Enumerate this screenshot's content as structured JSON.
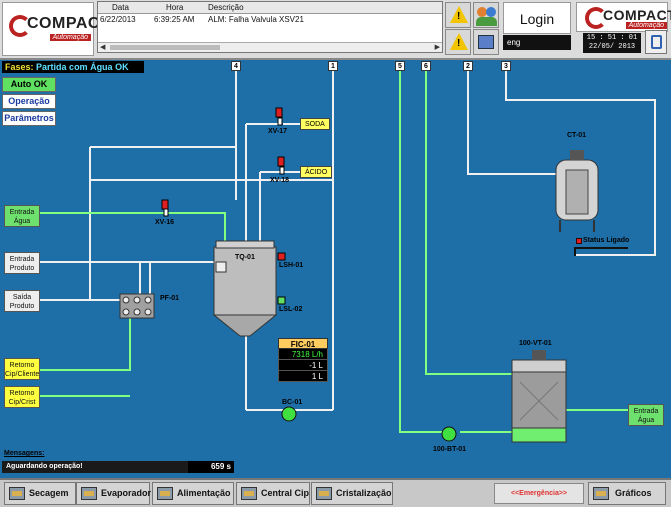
{
  "header": {
    "logo_text": "COMPACT",
    "logo_sub": "Automação",
    "alarms": {
      "columns": [
        "Data",
        "Hora",
        "Descrição"
      ],
      "rows": [
        {
          "date": "6/22/2013",
          "time": "6:39:25 AM",
          "desc": "ALM: Falha Valvula XSV21"
        }
      ]
    },
    "login_label": "Login",
    "language": "eng",
    "clock_time": "15 : 51 : 01",
    "clock_date": "22/05/ 2013"
  },
  "side": {
    "phase_label": "Fases:",
    "phase_value": "Partida com Água OK",
    "buttons": [
      "Auto OK",
      "Operação",
      "Parâmetros"
    ]
  },
  "process": {
    "line_numbers": [
      "4",
      "1",
      "5",
      "6",
      "2",
      "3"
    ],
    "inputs": {
      "entrada_agua": "Entrada Água",
      "entrada_produto": "Entrada Produto",
      "saida_produto": "Saída Produto",
      "retorno_cip_cliente": "Retorno Cip/Cliente",
      "retorno_cip_crist": "Retorno Cip/Crist",
      "entrada_agua_right": "Entrada Água"
    },
    "valves": {
      "xv17": "XV-17",
      "xv18": "XV-18",
      "xv16": "XV-16"
    },
    "chemicals": {
      "soda": "SODA",
      "acido": "ÁCIDO"
    },
    "equipment": {
      "tank": "TQ-01",
      "lsh": "LSH-01",
      "lsl": "LSL-02",
      "filter": "PF-01",
      "pump_bc": "BC-01",
      "pump_bt": "100-BT-01",
      "ct": "CT-01",
      "vt": "100-VT-01"
    },
    "fic": {
      "title": "FIC-01",
      "flow": "7318 L/h",
      "value2": "-1 L",
      "value3": "1 L"
    },
    "status_ligado": "Status Ligado"
  },
  "messages": {
    "title": "Mensagens:",
    "text": "Aguardando operação!",
    "count": "659 s"
  },
  "nav": {
    "buttons": [
      "Secagem",
      "Evaporador",
      "Alimentação",
      "Central Cip",
      "Cristalização"
    ],
    "emergency": "<<Emergência>>",
    "graficos": "Gráficos"
  },
  "colors": {
    "background": "#1e6fa8",
    "pipe_white": "#f0f0f0",
    "pipe_green": "#80ff80",
    "tank": "#b8b8b8"
  }
}
